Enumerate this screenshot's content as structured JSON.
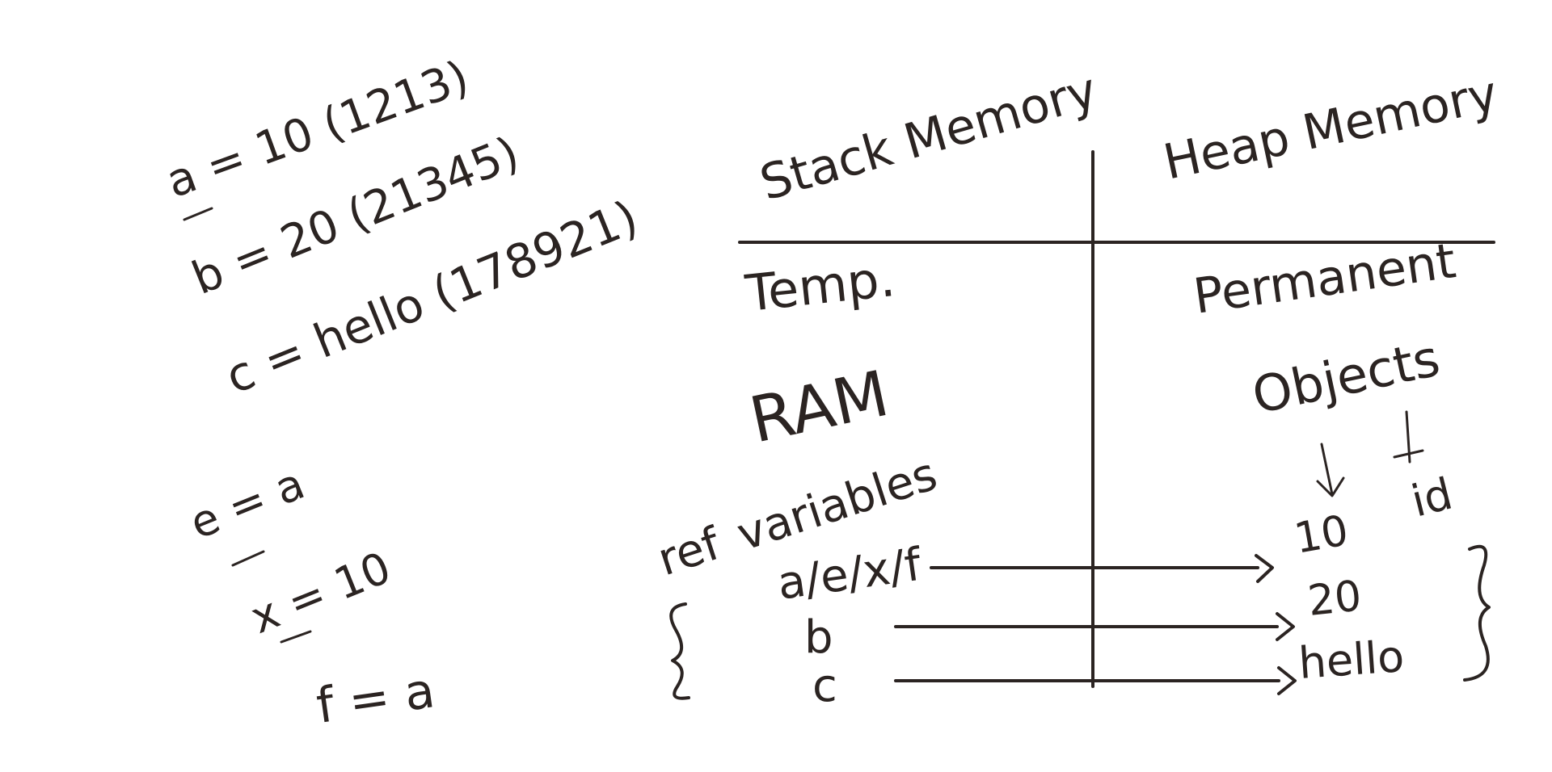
{
  "assignments": {
    "a": "a = 10 (1213)",
    "b": "b = 20 (21345)",
    "c": "c = hello (178921)",
    "e": "e = a",
    "x": "x = 10",
    "f": "f = a"
  },
  "stack": {
    "title": "Stack Memory",
    "temp": "Temp.",
    "ram": "RAM",
    "ref_label": "ref",
    "variables_label": "variables",
    "row1": "a/e/x/f",
    "row2": "b",
    "row3": "c"
  },
  "heap": {
    "title": "Heap Memory",
    "permanent": "Permanent",
    "objects": "Objects",
    "id_label": "id",
    "value1": "10",
    "value2": "20",
    "value3": "hello"
  }
}
